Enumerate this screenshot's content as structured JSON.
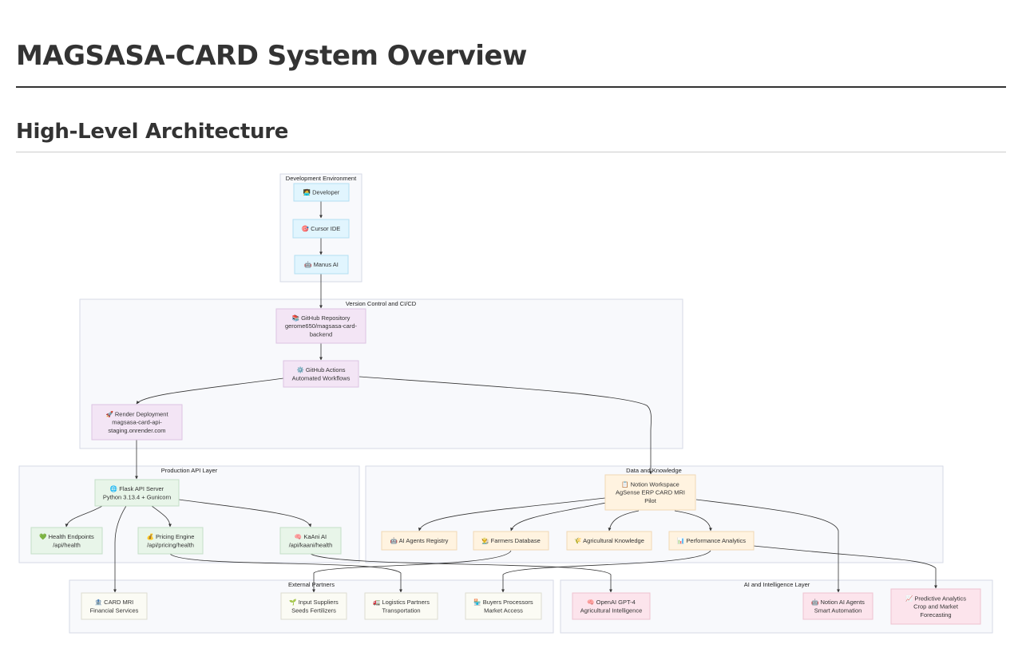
{
  "page": {
    "title": "MAGSASA-CARD System Overview",
    "section_title": "High-Level Architecture"
  },
  "groups": {
    "dev": "Development Environment",
    "vcs": "Version Control and CI/CD",
    "prod": "Production API Layer",
    "data": "Data and Knowledge",
    "ext": "External Partners",
    "ai": "AI and Intelligence Layer"
  },
  "nodes": {
    "developer": [
      "🧑‍💻 Developer"
    ],
    "cursor": [
      "🎯 Cursor IDE"
    ],
    "manus": [
      "🤖 Manus AI"
    ],
    "github": [
      "📚 GitHub Repository",
      "gerome650/magsasa-card-",
      "backend"
    ],
    "actions": [
      "⚙️ GitHub Actions",
      "Automated Workflows"
    ],
    "render": [
      "🚀 Render Deployment",
      "magsasa-card-api-",
      "staging.onrender.com"
    ],
    "flask": [
      "🌐 Flask API Server",
      "Python 3.13.4 + Gunicorn"
    ],
    "health": [
      "💚 Health Endpoints",
      "/api/health"
    ],
    "pricing": [
      "💰 Pricing Engine",
      "/api/pricing/health"
    ],
    "kaani": [
      "🧠 KaAni AI",
      "/api/kaani/health"
    ],
    "notion": [
      "📋 Notion Workspace",
      "AgSense ERP CARD MRI",
      "Pilot"
    ],
    "agents_registry": [
      "🤖 AI Agents Registry"
    ],
    "farmers_db": [
      "👨‍🌾 Farmers Database"
    ],
    "ag_knowledge": [
      "🌾 Agricultural Knowledge"
    ],
    "perf": [
      "📊 Performance Analytics"
    ],
    "card_mri": [
      "🏦 CARD MRI",
      "Financial Services"
    ],
    "input_suppliers": [
      "🌱 Input Suppliers",
      "Seeds Fertilizers"
    ],
    "logistics": [
      "🚛 Logistics Partners",
      "Transportation"
    ],
    "buyers": [
      "🏪 Buyers Processors",
      "Market Access"
    ],
    "openai": [
      "🧠 OpenAI GPT-4",
      "Agricultural Intelligence"
    ],
    "notion_agents": [
      "🤖 Notion AI Agents",
      "Smart Automation"
    ],
    "predictive": [
      "📈 Predictive Analytics",
      "Crop and Market",
      "Forecasting"
    ]
  },
  "colors": {
    "blue_fill": "#e1f5fe",
    "blue_stroke": "#b3e0f2",
    "purple_fill": "#f3e5f5",
    "purple_stroke": "#dcc4e2",
    "green_fill": "#e8f5e9",
    "green_stroke": "#c5dfc7",
    "orange_fill": "#fff3e0",
    "orange_stroke": "#f0d8b4",
    "cream_fill": "#fbfbf4",
    "cream_stroke": "#dcdcd0",
    "pink_fill": "#fce4ec",
    "pink_stroke": "#eec2d0"
  }
}
